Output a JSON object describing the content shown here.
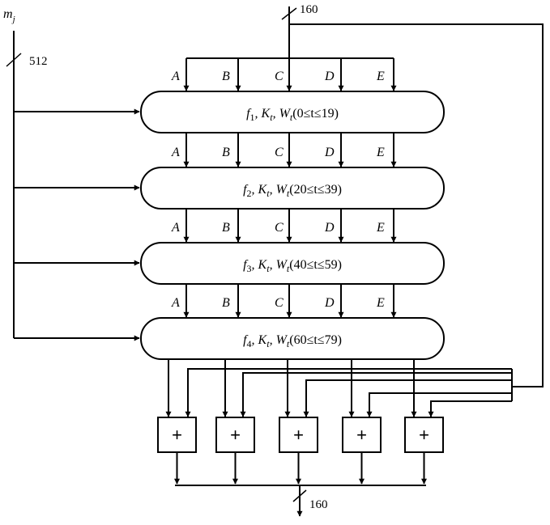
{
  "input": {
    "message_label": "m",
    "message_subscript": "j",
    "message_bits": "512",
    "chain_bits": "160"
  },
  "register_labels": [
    "A",
    "B",
    "C",
    "D",
    "E"
  ],
  "stages": [
    {
      "f": "f",
      "idx": "1",
      "mid": ", K",
      "t1": "t",
      "sep": ", W",
      "t2": "t",
      "open": "(",
      "range": "0≤t≤19",
      "close": ")"
    },
    {
      "f": "f",
      "idx": "2",
      "mid": ", K",
      "t1": "t",
      "sep": ", W",
      "t2": "t",
      "open": "(",
      "range": "20≤t≤39",
      "close": ")"
    },
    {
      "f": "f",
      "idx": "3",
      "mid": ", K",
      "t1": "t",
      "sep": ", W",
      "t2": "t",
      "open": "(",
      "range": "40≤t≤59",
      "close": ")"
    },
    {
      "f": "f",
      "idx": "4",
      "mid": ", K",
      "t1": "t",
      "sep": ", W",
      "t2": "t",
      "open": "(",
      "range": "60≤t≤79",
      "close": ")"
    }
  ],
  "adder_symbol": "+",
  "output": {
    "bits": "160"
  }
}
